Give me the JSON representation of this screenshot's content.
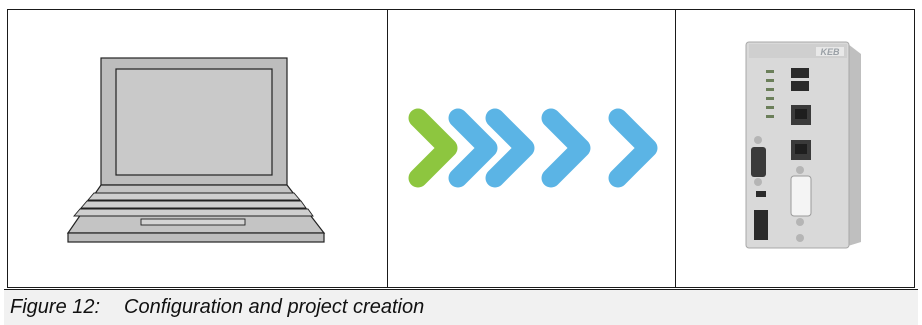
{
  "figure": {
    "number": "Figure 12:",
    "title": "Configuration and project creation"
  },
  "images": {
    "laptop": "laptop-icon",
    "arrows": "forward-arrows-icon",
    "device": "control-unit-device"
  },
  "colors": {
    "border": "#1a1a1a",
    "arrow_green": "#8dc63f",
    "arrow_blue": "#5bb4e5",
    "laptop_fill": "#bdbdbd",
    "device_body": "#d9d9d9",
    "caption_bg": "#f1f1f1"
  },
  "device": {
    "brand": "KEB"
  }
}
